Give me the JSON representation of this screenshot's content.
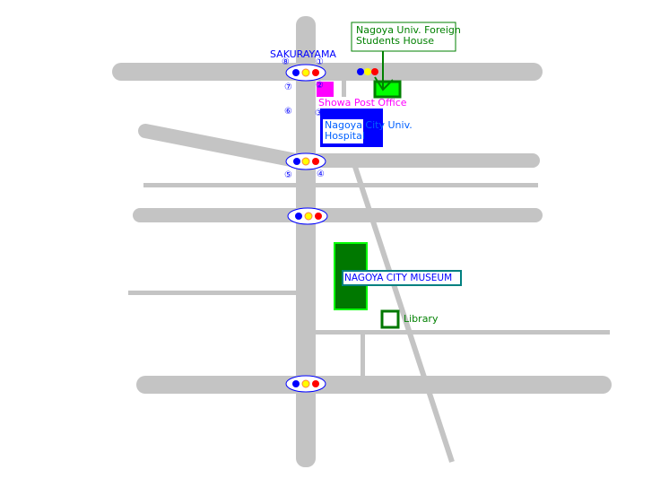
{
  "station": "SAKURAYAMA",
  "exits": [
    "①",
    "②",
    "③",
    "④",
    "⑤",
    "⑥",
    "⑦",
    "⑧"
  ],
  "callout": {
    "line1": "Nagoya Univ. Foreign",
    "line2": "Students House"
  },
  "post_office": "Showa Post Office",
  "hospital": {
    "line1": "Nagoya City Univ.",
    "line2": "Hospital"
  },
  "museum": "NAGOYA CITY MUSEUM",
  "library": "Library",
  "colors": {
    "road": "#c4c4c4",
    "blue": "#0000ff",
    "magenta": "#ff00ff",
    "green": "#008000",
    "lightgreen": "#00ff00"
  }
}
